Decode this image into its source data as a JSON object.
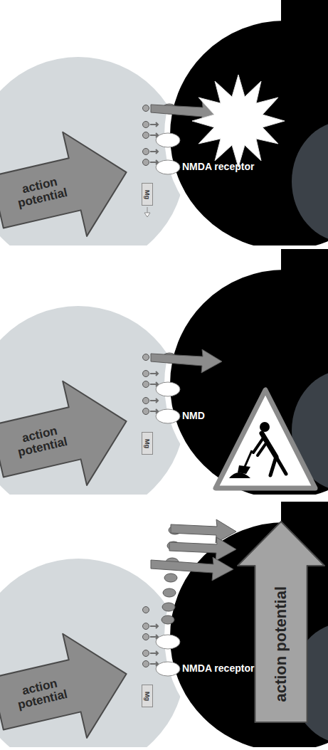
{
  "diagram": {
    "nodes": [
      {
        "text": [
          "action potential"
        ]
      },
      {
        "text": [
          "Mg"
        ]
      },
      {
        "text": [
          "action potential"
        ]
      },
      {
        "text": [
          "Mg"
        ]
      },
      {
        "text": [
          "action potential"
        ]
      },
      {
        "text": [
          "Mg"
        ]
      },
      {
        "text": [
          "action potential"
        ]
      }
    ],
    "labels": [
      "NMDA receptor",
      "NMD",
      "NMDA receptor"
    ]
  }
}
